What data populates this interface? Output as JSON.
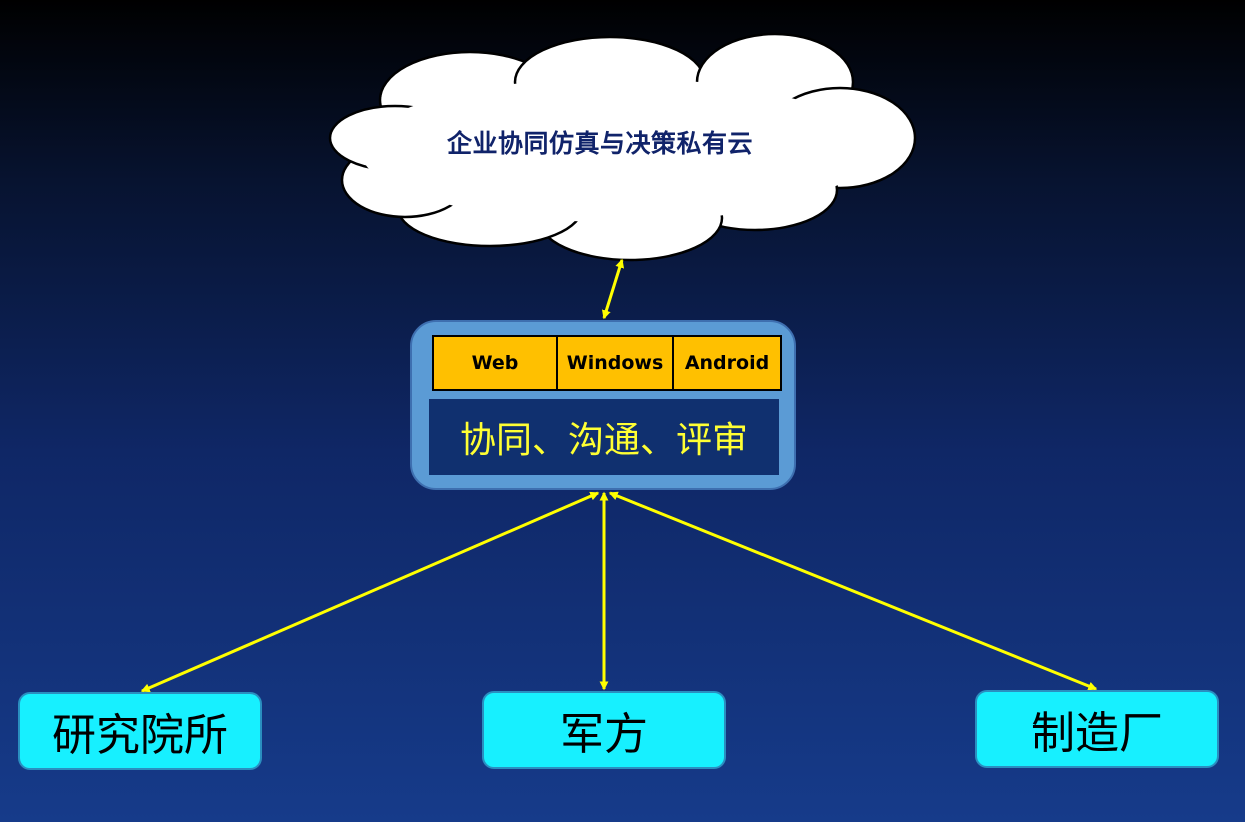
{
  "cloud": {
    "label": "企业协同仿真与决策私有云"
  },
  "hub": {
    "platforms": [
      "Web",
      "Windows",
      "Android"
    ],
    "function_label": "协同、沟通、评审"
  },
  "nodes": {
    "institute": "研究院所",
    "military": "军方",
    "factory": "制造厂"
  },
  "colors": {
    "arrow": "#ffff00",
    "cloud_fill": "#ffffff",
    "hub_frame": "#5b9bd5",
    "platform_fill": "#ffc000",
    "function_fill": "#10306f",
    "node_fill": "#17f0ff"
  }
}
